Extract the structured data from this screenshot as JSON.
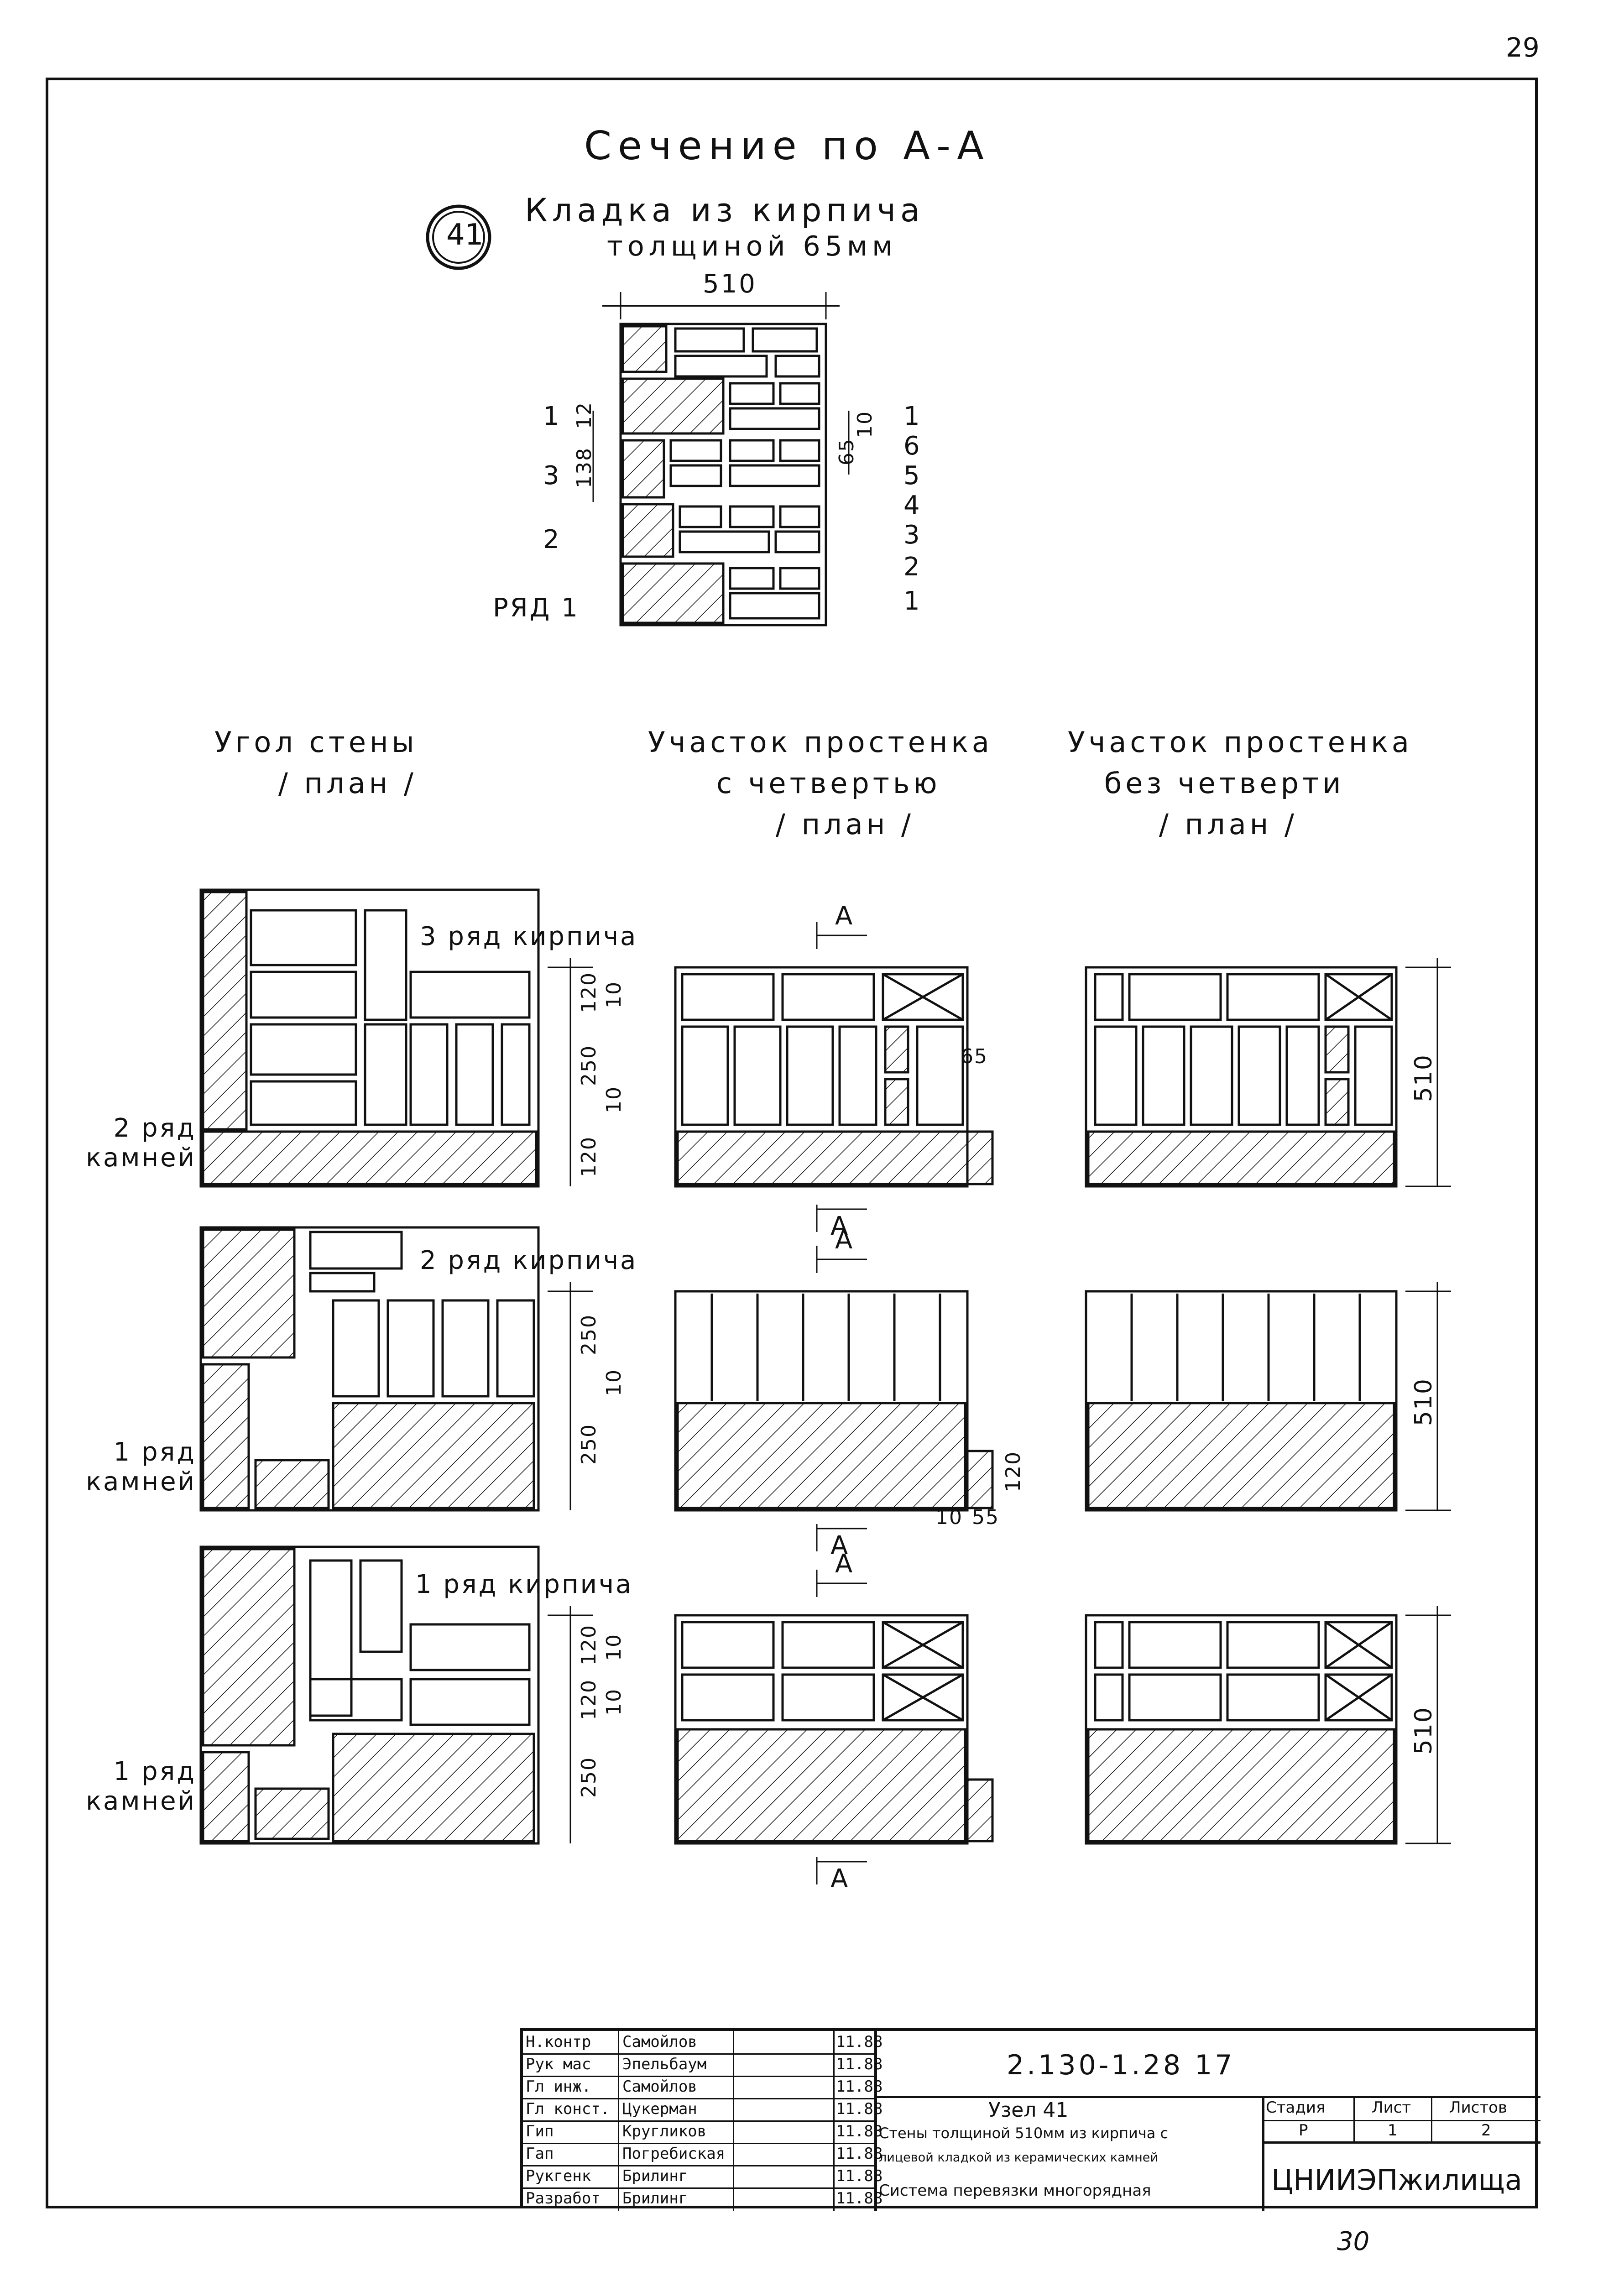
{
  "page_number_top": "29",
  "page_number_bottom": "30",
  "section_title": "Сечение по А-А",
  "node_number": "41",
  "masonry_title_1": "Кладка из кирпича",
  "masonry_title_2": "толщиной 65мм",
  "section": {
    "width_dim": "510",
    "left_rows": [
      "1",
      "3",
      "2",
      "РЯД 1"
    ],
    "left_dims": [
      "12",
      "138"
    ],
    "right_dims": [
      "10",
      "65"
    ],
    "right_rows": [
      "1",
      "6",
      "5",
      "4",
      "3",
      "2",
      "1"
    ]
  },
  "columns": {
    "corner": [
      "Угол стены",
      "/ план /"
    ],
    "with_quarter": [
      "Участок простенка",
      "с четвертью",
      "/ план /"
    ],
    "without_quarter": [
      "Участок простенка",
      "без четверти",
      "/ план /"
    ]
  },
  "rows": {
    "row3": {
      "brick_label": "3 ряд кирпича",
      "stone_label": "2 ряд камней",
      "dims": [
        "120",
        "10",
        "250",
        "10",
        "120"
      ],
      "quarter_dim": "65"
    },
    "row2": {
      "brick_label": "2 ряд кирпича",
      "stone_label": "1 ряд камней",
      "dims": [
        "250",
        "10",
        "250"
      ],
      "quarter_dims": [
        "120",
        "10",
        "55"
      ]
    },
    "row1": {
      "brick_label": "1 ряд кирпича",
      "stone_label": "1 ряд камней",
      "dims": [
        "120",
        "10",
        "120",
        "10",
        "250"
      ]
    }
  },
  "overall_dim": "510",
  "section_marker": "А",
  "title_block": {
    "doc_code": "2.130-1.28  17",
    "people": [
      {
        "role": "Н.контр",
        "name": "Самойлов",
        "date": "11.88"
      },
      {
        "role": "Рук мас",
        "name": "Эпельбаум",
        "date": "11.88"
      },
      {
        "role": "Гл инж.",
        "name": "Самойлов",
        "date": "11.88"
      },
      {
        "role": "Гл конст.",
        "name": "Цукерман",
        "date": "11.88"
      },
      {
        "role": "Гип",
        "name": "Кругликов",
        "date": "11.83"
      },
      {
        "role": "Гап",
        "name": "Погребиская",
        "date": "11.88"
      },
      {
        "role": "Рукгенк",
        "name": "Брилинг",
        "date": "11.88"
      },
      {
        "role": "Разработ",
        "name": "Брилинг",
        "date": "11.88"
      }
    ],
    "node": "Узел 41",
    "desc_1": "Стены толщиной 510мм из кирпича с",
    "desc_2": "лицевой кладкой из керамических камней",
    "desc_3": "Система перевязки многорядная",
    "stage_header": "Стадия",
    "sheet_header": "Лист",
    "sheets_header": "Листов",
    "stage": "Р",
    "sheet": "1",
    "sheets": "2",
    "org": "ЦНИИЭПжилища"
  }
}
